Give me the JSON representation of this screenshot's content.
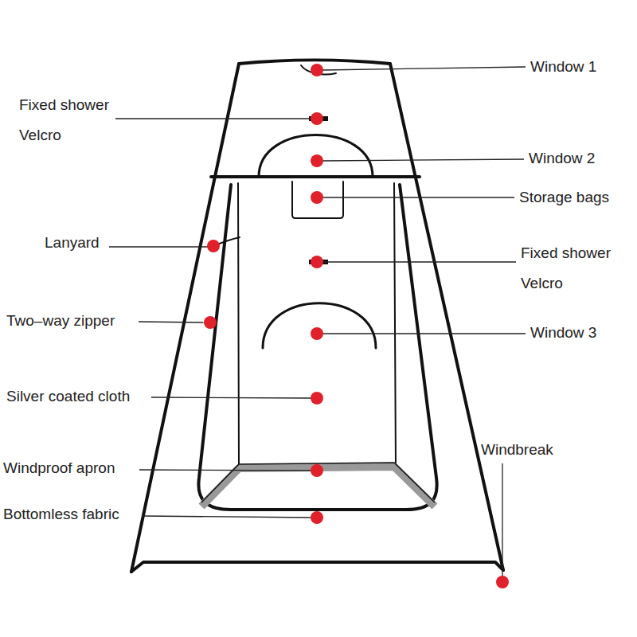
{
  "diagram": {
    "labels": [
      "Window 1",
      "Fixed shower Velcro",
      "Window 2",
      "Storage bags",
      "Lanyard",
      "Fixed shower Velcro",
      "Two–way zipper",
      "Window 3",
      "Silver coated cloth",
      "Windbreak",
      "Windproof apron",
      "Bottomless fabric"
    ]
  }
}
